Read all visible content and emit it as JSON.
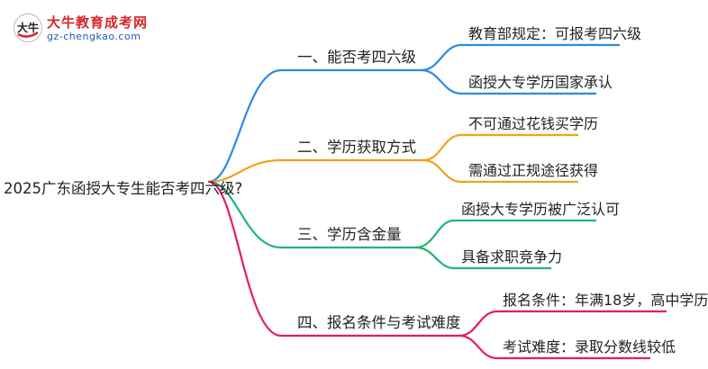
{
  "logo": {
    "badge_text": "大牛",
    "name": "大牛教育成考网",
    "url": "gz-chengkao.com"
  },
  "root": {
    "label": "2025广东函授大专生能否考四六级?"
  },
  "branches": [
    {
      "label": "一、能否考四六级",
      "color": "#2b8be6",
      "leaves": [
        "教育部规定：可报考四六级",
        "函授大专学历国家承认"
      ]
    },
    {
      "label": "二、学历获取方式",
      "color": "#f0a218",
      "leaves": [
        "不可通过花钱买学历",
        "需通过正规途径获得"
      ]
    },
    {
      "label": "三、学历含金量",
      "color": "#22b573",
      "leaves": [
        "函授大专学历被广泛认可",
        "具备求职竞争力"
      ]
    },
    {
      "label": "四、报名条件与考试难度",
      "color": "#e8196e",
      "leaves": [
        "报名条件：年满18岁，高中学历",
        "考试难度：录取分数线较低"
      ]
    }
  ]
}
